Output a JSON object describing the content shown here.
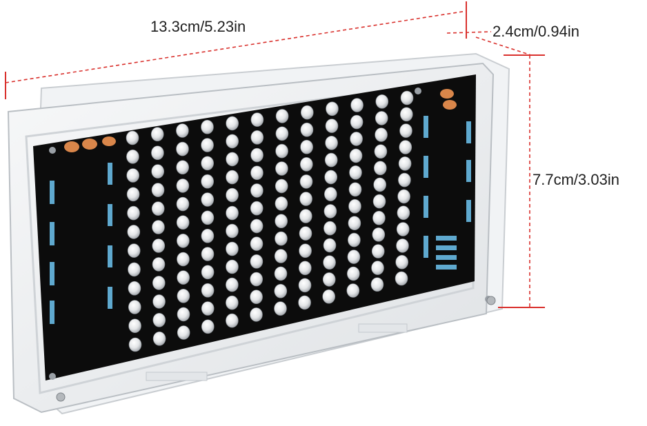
{
  "labels": {
    "width": "13.3cm/5.23in",
    "depth": "2.4cm/0.94in",
    "height": "7.7cm/3.03in"
  },
  "colors": {
    "dimension_line": "#d9302c",
    "pcb": "#0c0c0c",
    "led": "#e8e8e8",
    "acrylic": "#eef0f2",
    "capacitor": "#d9864a",
    "resistor": "#5fa9cf"
  },
  "led_matrix": {
    "columns": 12,
    "rows": 12
  }
}
